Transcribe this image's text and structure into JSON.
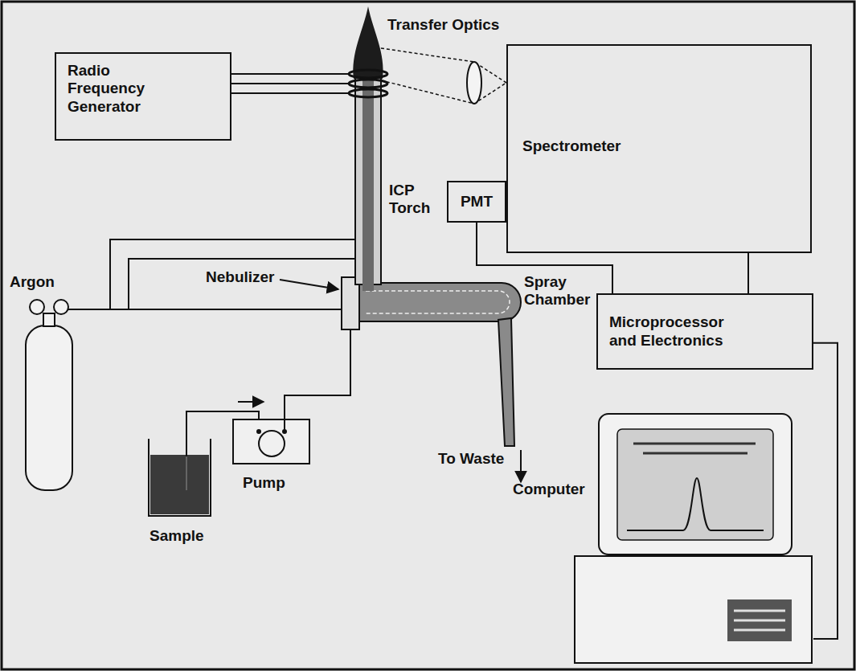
{
  "diagram": {
    "nodes": [
      {
        "text": [
          "Radio Frequency Generator"
        ]
      },
      {
        "text": [
          "Spectrometer"
        ]
      },
      {
        "text": [
          "PMT"
        ]
      },
      {
        "text": [
          "Microprocessor and Electronics"
        ]
      },
      {
        "text": [
          "Computer"
        ]
      }
    ],
    "edges": [
      {
        "from": 2,
        "to": 3,
        "arrow": "none"
      },
      {
        "from": 1,
        "to": 3,
        "arrow": "none"
      },
      {
        "from": 3,
        "to": 4,
        "arrow": "none"
      }
    ],
    "labels": [
      "Transfer Optics",
      "ICP Torch",
      "Argon",
      "Nebulizer",
      "Spray Chamber",
      "Sample",
      "Pump",
      "To Waste"
    ]
  }
}
